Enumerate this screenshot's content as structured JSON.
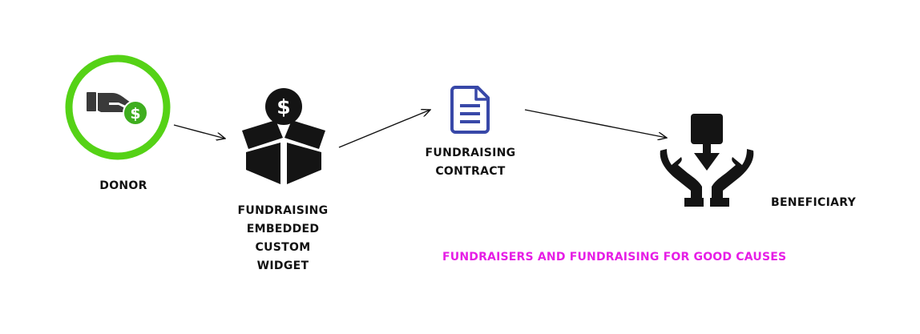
{
  "nodes": {
    "donor": {
      "label": "DONOR"
    },
    "widget": {
      "lines": [
        "FUNDRAISING",
        "EMBEDDED",
        "CUSTOM",
        "WIDGET"
      ]
    },
    "contract": {
      "lines": [
        "FUNDRAISING",
        "CONTRACT"
      ]
    },
    "beneficiary": {
      "label": "BENEFICIARY"
    }
  },
  "caption": "FUNDRAISERS AND FUNDRAISING FOR GOOD CAUSES",
  "icons": {
    "donor": "hand-giving-coin-icon",
    "widget": "donation-box-icon",
    "contract": "document-icon",
    "beneficiary": "hands-receiving-icon"
  },
  "colors": {
    "donor_ring": "#55d216",
    "coin_green": "#3fae1f",
    "document_blue": "#3848a8",
    "caption_magenta": "#e61ee6",
    "dark": "#141414"
  }
}
